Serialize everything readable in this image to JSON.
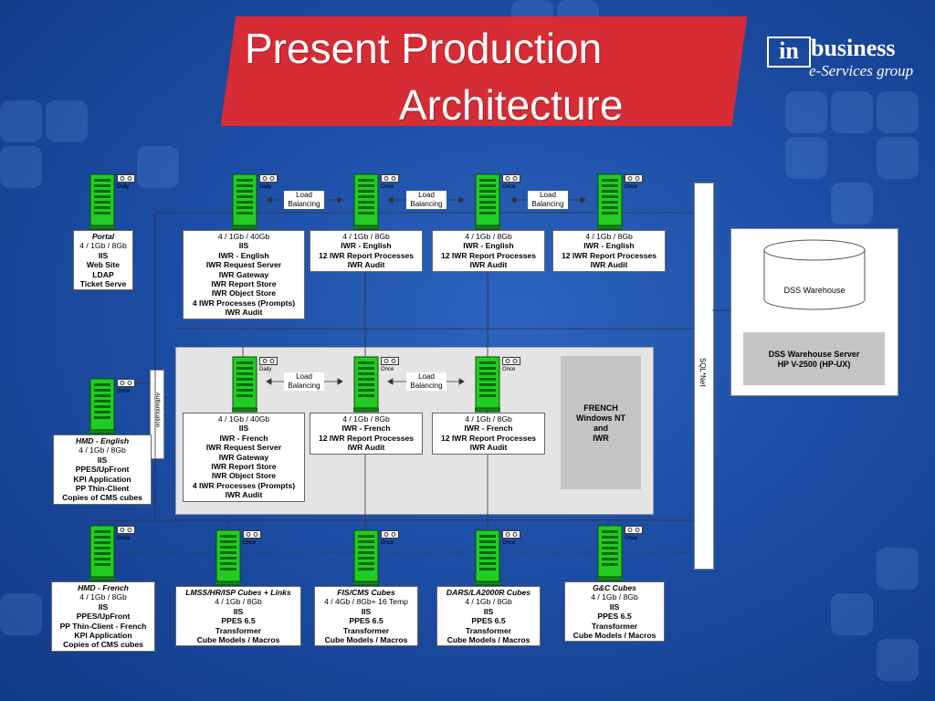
{
  "slide": {
    "title_line1": "Present Production",
    "title_line2": "Architecture"
  },
  "logo": {
    "mark": "in",
    "name": "business",
    "sub": "e-Services group"
  },
  "colors": {
    "title_band": "#e02a2f",
    "server_green": "#22cc22",
    "background": "#1d4ea6"
  },
  "top_row": {
    "portal": {
      "schedule": "Daily",
      "title": "Portal",
      "lines": [
        "4 / 1Gb / 8Gb",
        "IIS",
        "Web Site",
        "LDAP",
        "Ticket Serve"
      ]
    },
    "iwr_main": {
      "schedule": "Daily",
      "lines": [
        "4 / 1Gb / 40Gb",
        "IIS",
        "IWR - English",
        "IWR Request Server",
        "IWR Gateway",
        "IWR Report Store",
        "IWR Object Store",
        "4 IWR Processes (Prompts)",
        "IWR Audit"
      ]
    },
    "iwr_2": {
      "schedule": "Once",
      "lines": [
        "4 / 1Gb / 8Gb",
        "IWR - English",
        "12 IWR Report Processes",
        "IWR Audit"
      ]
    },
    "iwr_3": {
      "schedule": "Once",
      "lines": [
        "4 / 1Gb / 8Gb",
        "IWR - English",
        "12 IWR Report Processes",
        "IWR Audit"
      ]
    },
    "iwr_4": {
      "schedule": "Once",
      "lines": [
        "4 / 1Gb / 8Gb",
        "IWR - English",
        "12 IWR Report Processes",
        "IWR Audit"
      ]
    },
    "load_balancing": "Load Balancing"
  },
  "middle_row": {
    "hmd_english": {
      "schedule": "Once",
      "title": "HMD - English",
      "lines": [
        "4 / 1Gb / 8Gb",
        "IIS",
        "PPES/UpFront",
        "KPI Application",
        "PP Thin-Client",
        "Copies of CMS cubes"
      ]
    },
    "iwr_fr_main": {
      "schedule": "Daily",
      "lines": [
        "4 / 1Gb / 40Gb",
        "IIS",
        "IWR  - French",
        "IWR Request Server",
        "IWR Gateway",
        "IWR Report Store",
        "IWR Object Store",
        "4 IWR Processes (Prompts)",
        "IWR Audit"
      ]
    },
    "iwr_fr_2": {
      "schedule": "Once",
      "lines": [
        "4 / 1Gb / 8Gb",
        "IWR  - French",
        "12 IWR Report Processes",
        "IWR Audit"
      ]
    },
    "iwr_fr_3": {
      "schedule": "Once",
      "lines": [
        "4 / 1Gb / 8Gb",
        "IWR  - French",
        "12 IWR Report Processes",
        "IWR Audit"
      ]
    },
    "french_box": [
      "FRENCH",
      "Windows NT",
      "and",
      "IWR"
    ],
    "authentication": "Authentication"
  },
  "bottom_row": {
    "hmd_french": {
      "schedule": "Once",
      "title": "HMD - French",
      "lines": [
        "4 / 1Gb / 8Gb",
        "IIS",
        "PPES/UpFront",
        "PP Thin-Client - French",
        "KPI Application",
        "Copies of CMS cubes"
      ]
    },
    "lmss": {
      "schedule": "Once",
      "title": "LMSS/HR/ISP Cubes + Links",
      "lines": [
        "4 / 1Gb / 8Gb",
        "IIS",
        "PPES 6.5",
        "Transformer",
        "Cube Models / Macros"
      ]
    },
    "fis": {
      "schedule": "Once",
      "title": "FIS/CMS Cubes",
      "lines": [
        "4 / 4Gb / 8Gb+ 16 Temp",
        "IIS",
        "PPES 6.5",
        "Transformer",
        "Cube Models / Macros"
      ]
    },
    "dars": {
      "schedule": "Once",
      "title": "DARS/LA2000R Cubes",
      "lines": [
        "4 / 1Gb / 8Gb",
        "IIS",
        "PPES 6.5",
        "Transformer",
        "Cube Models / Macros"
      ]
    },
    "gc": {
      "schedule": "Once",
      "title": "G&C Cubes",
      "lines": [
        "4 / 1Gb / 8Gb",
        "IIS",
        "PPES 6.5",
        "Transformer",
        "Cube Models / Macros"
      ]
    }
  },
  "right": {
    "sqlnet": "SQL*Net",
    "dss_warehouse": "DSS Warehouse",
    "dss_server_line1": "DSS Warehouse Server",
    "dss_server_line2": "HP V-2500 (HP-UX)"
  }
}
